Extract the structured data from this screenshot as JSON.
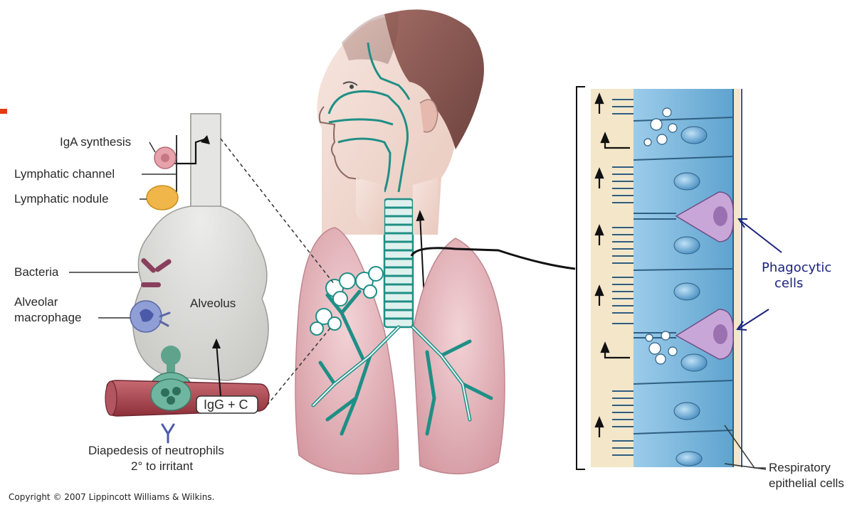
{
  "labels": {
    "iga": "IgA synthesis",
    "lymph_channel": "Lymphatic channel",
    "lymph_nodule": "Lymphatic nodule",
    "bacteria": "Bacteria",
    "macrophage_l1": "Alveolar",
    "macrophage_l2": "macrophage",
    "alveolus": "Alveolus",
    "igg": "IgG + C",
    "diapedesis_l1": "Diapedesis of neutrophils",
    "diapedesis_l2": "2° to irritant",
    "phago_l1": "Phagocytic",
    "phago_l2": "cells",
    "resp_l1": "Respiratory",
    "resp_l2": "epithelial cells"
  },
  "copyright": "Copyright © 2007 Lippincott Williams & Wilkins.",
  "colors": {
    "airway": "#1f8f86",
    "skin": "#f1d9cf",
    "hair": "#8a5a54",
    "lung": "#d9a3aa",
    "alveolus": "#d8d8d6",
    "cell_blue": "#8fc4e3",
    "mucus": "#f1e4c6",
    "phagocyte": "#c9a6d8",
    "vessel": "#a8464f",
    "annotation": "#1a237e"
  }
}
